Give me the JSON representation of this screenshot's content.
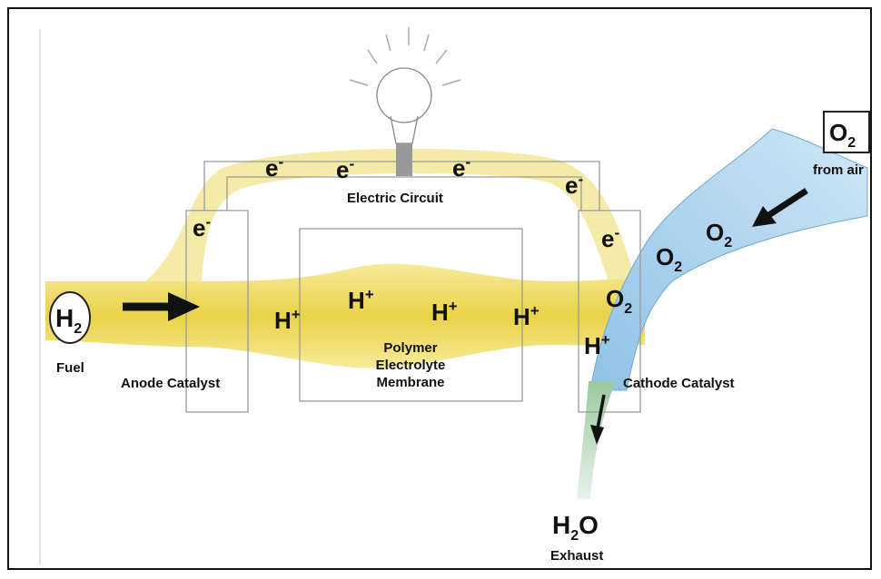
{
  "labels": {
    "electric_circuit": "Electric Circuit",
    "fuel": "Fuel",
    "anode_catalyst": "Anode Catalyst",
    "membrane_line1": "Polymer",
    "membrane_line2": "Electrolyte",
    "membrane_line3": "Membrane",
    "cathode_catalyst": "Cathode Catalyst",
    "exhaust": "Exhaust",
    "from_air": "from air"
  },
  "species": {
    "electron_base": "e",
    "electron_charge": "-",
    "proton_base": "H",
    "proton_charge": "+",
    "hydrogen_base": "H",
    "hydrogen_sub": "2",
    "oxygen_base": "O",
    "oxygen_sub": "2",
    "water_h": "H",
    "water_sub": "2",
    "water_o": "O"
  },
  "icons": [
    "light-bulb-icon",
    "arrow-icon"
  ],
  "colors": {
    "fuel_stream": "#f2e27a",
    "fuel_stream_dark": "#e8cf3c",
    "air_stream": "#9fcbe8",
    "exhaust_stream": "#7fb87a",
    "outline": "#9a9a9a"
  }
}
